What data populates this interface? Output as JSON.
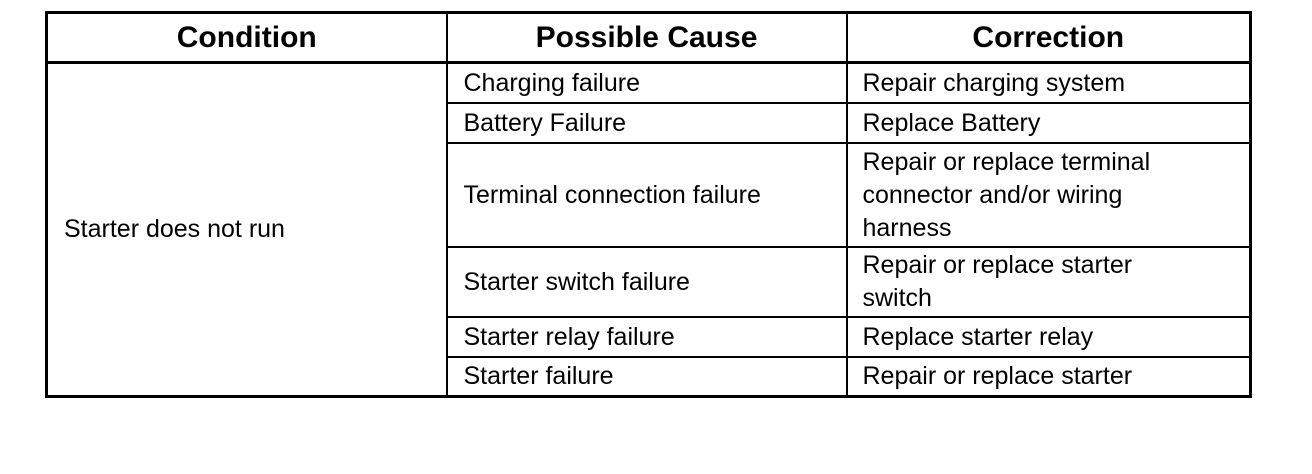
{
  "table": {
    "headers": {
      "condition": "Condition",
      "cause": "Possible Cause",
      "correction": "Correction"
    },
    "condition": "Starter does not run",
    "rows": [
      {
        "cause": "Charging failure",
        "correction": "Repair charging system"
      },
      {
        "cause": "Battery Failure",
        "correction": "Replace Battery"
      },
      {
        "cause": "Terminal connection failure",
        "correction_lines": [
          "Repair or replace terminal",
          "connector and/or wiring",
          "harness"
        ]
      },
      {
        "cause": "Starter switch failure",
        "correction_lines": [
          "Repair or replace starter",
          "switch"
        ]
      },
      {
        "cause": "Starter relay failure",
        "correction": "Replace starter relay"
      },
      {
        "cause": "Starter failure",
        "correction": "Repair or replace starter"
      }
    ]
  }
}
